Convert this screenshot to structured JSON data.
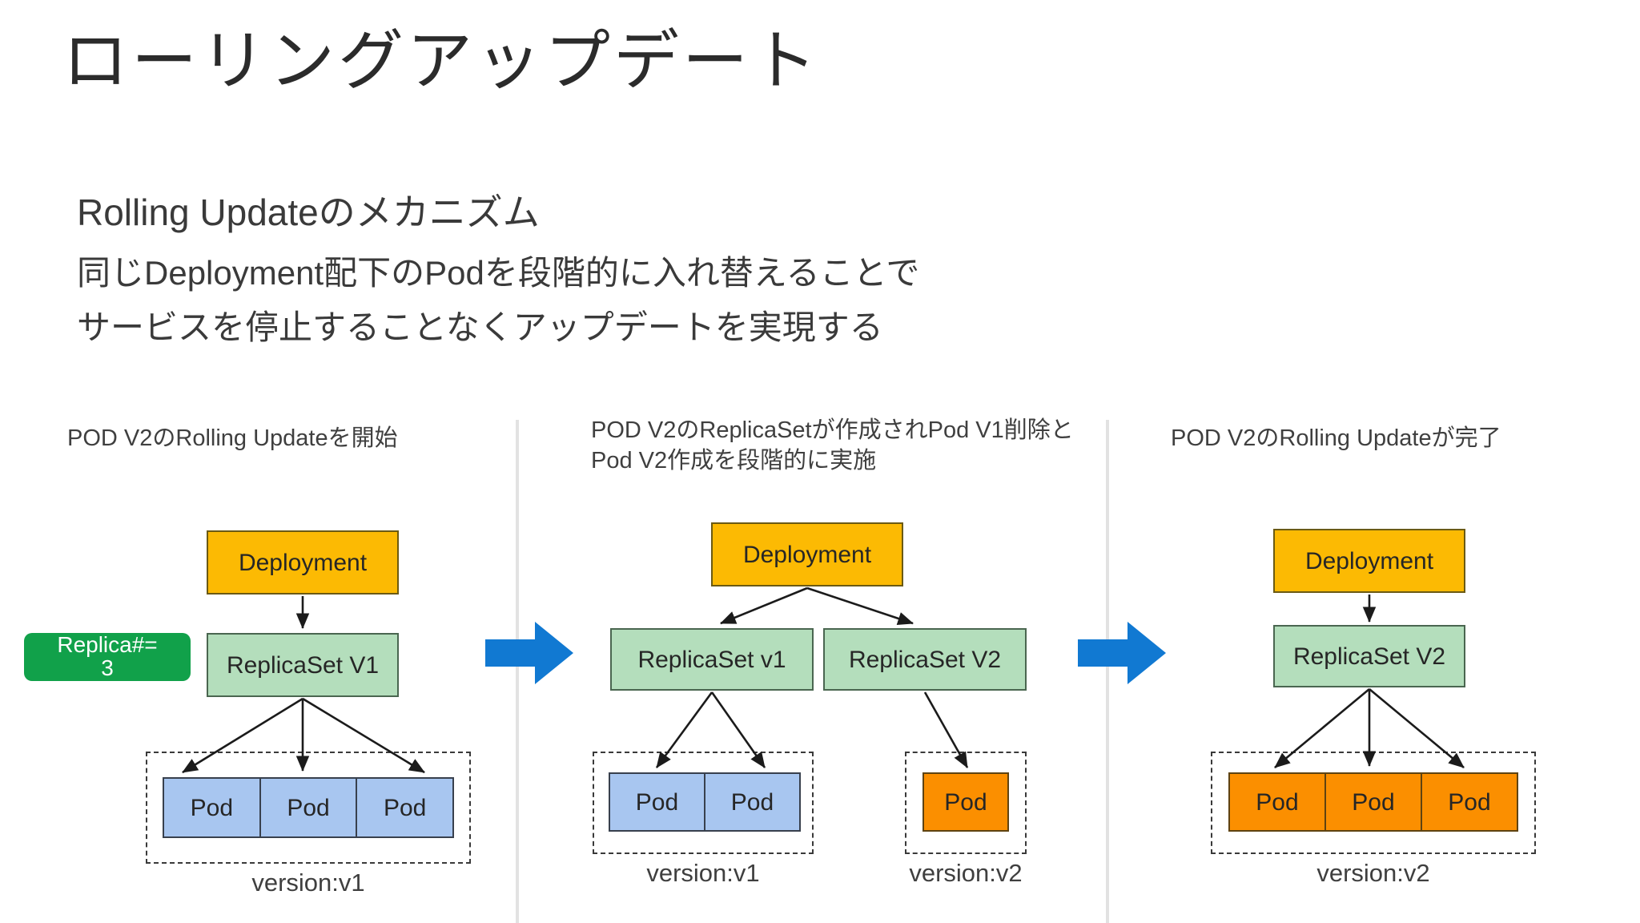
{
  "slide": {
    "title": "ローリングアップデート",
    "lead": "Rolling Updateのメカニズム",
    "body_line_1": "同じDeployment配下のPodを段階的に入れ替えることで",
    "body_line_2": "サービスを停止することなくアップデートを実現する"
  },
  "colors": {
    "deployment": "#fcba03",
    "replicaset": "#b4debc",
    "pod_v1": "#a8c6f0",
    "pod_v2": "#fb8f00",
    "replica_badge": "#11a14a",
    "step_arrow": "#1179d2",
    "divider": "#e2e2e2",
    "text": "#3a3a3a"
  },
  "columns": [
    {
      "caption": "POD V2のRolling Updateを開始",
      "deployment_label": "Deployment",
      "badge": "Replica#=\n3",
      "badge_line_1": "Replica#=",
      "badge_line_2": "3",
      "replicasets": [
        {
          "label": "ReplicaSet V1",
          "pods": [
            {
              "label": "Pod",
              "version": "v1"
            },
            {
              "label": "Pod",
              "version": "v1"
            },
            {
              "label": "Pod",
              "version": "v1"
            }
          ],
          "version_label": "version:v1"
        }
      ]
    },
    {
      "caption": "POD V2のReplicaSetが作成されPod V1削除とPod V2作成を段階的に実施",
      "deployment_label": "Deployment",
      "replicasets": [
        {
          "label": "ReplicaSet v1",
          "pods": [
            {
              "label": "Pod",
              "version": "v1"
            },
            {
              "label": "Pod",
              "version": "v1"
            }
          ],
          "version_label": "version:v1"
        },
        {
          "label": "ReplicaSet V2",
          "pods": [
            {
              "label": "Pod",
              "version": "v2"
            }
          ],
          "version_label": "version:v2"
        }
      ]
    },
    {
      "caption": "POD V2のRolling Updateが完了",
      "deployment_label": "Deployment",
      "replicasets": [
        {
          "label": "ReplicaSet V2",
          "pods": [
            {
              "label": "Pod",
              "version": "v2"
            },
            {
              "label": "Pod",
              "version": "v2"
            },
            {
              "label": "Pod",
              "version": "v2"
            }
          ],
          "version_label": "version:v2"
        }
      ]
    }
  ]
}
